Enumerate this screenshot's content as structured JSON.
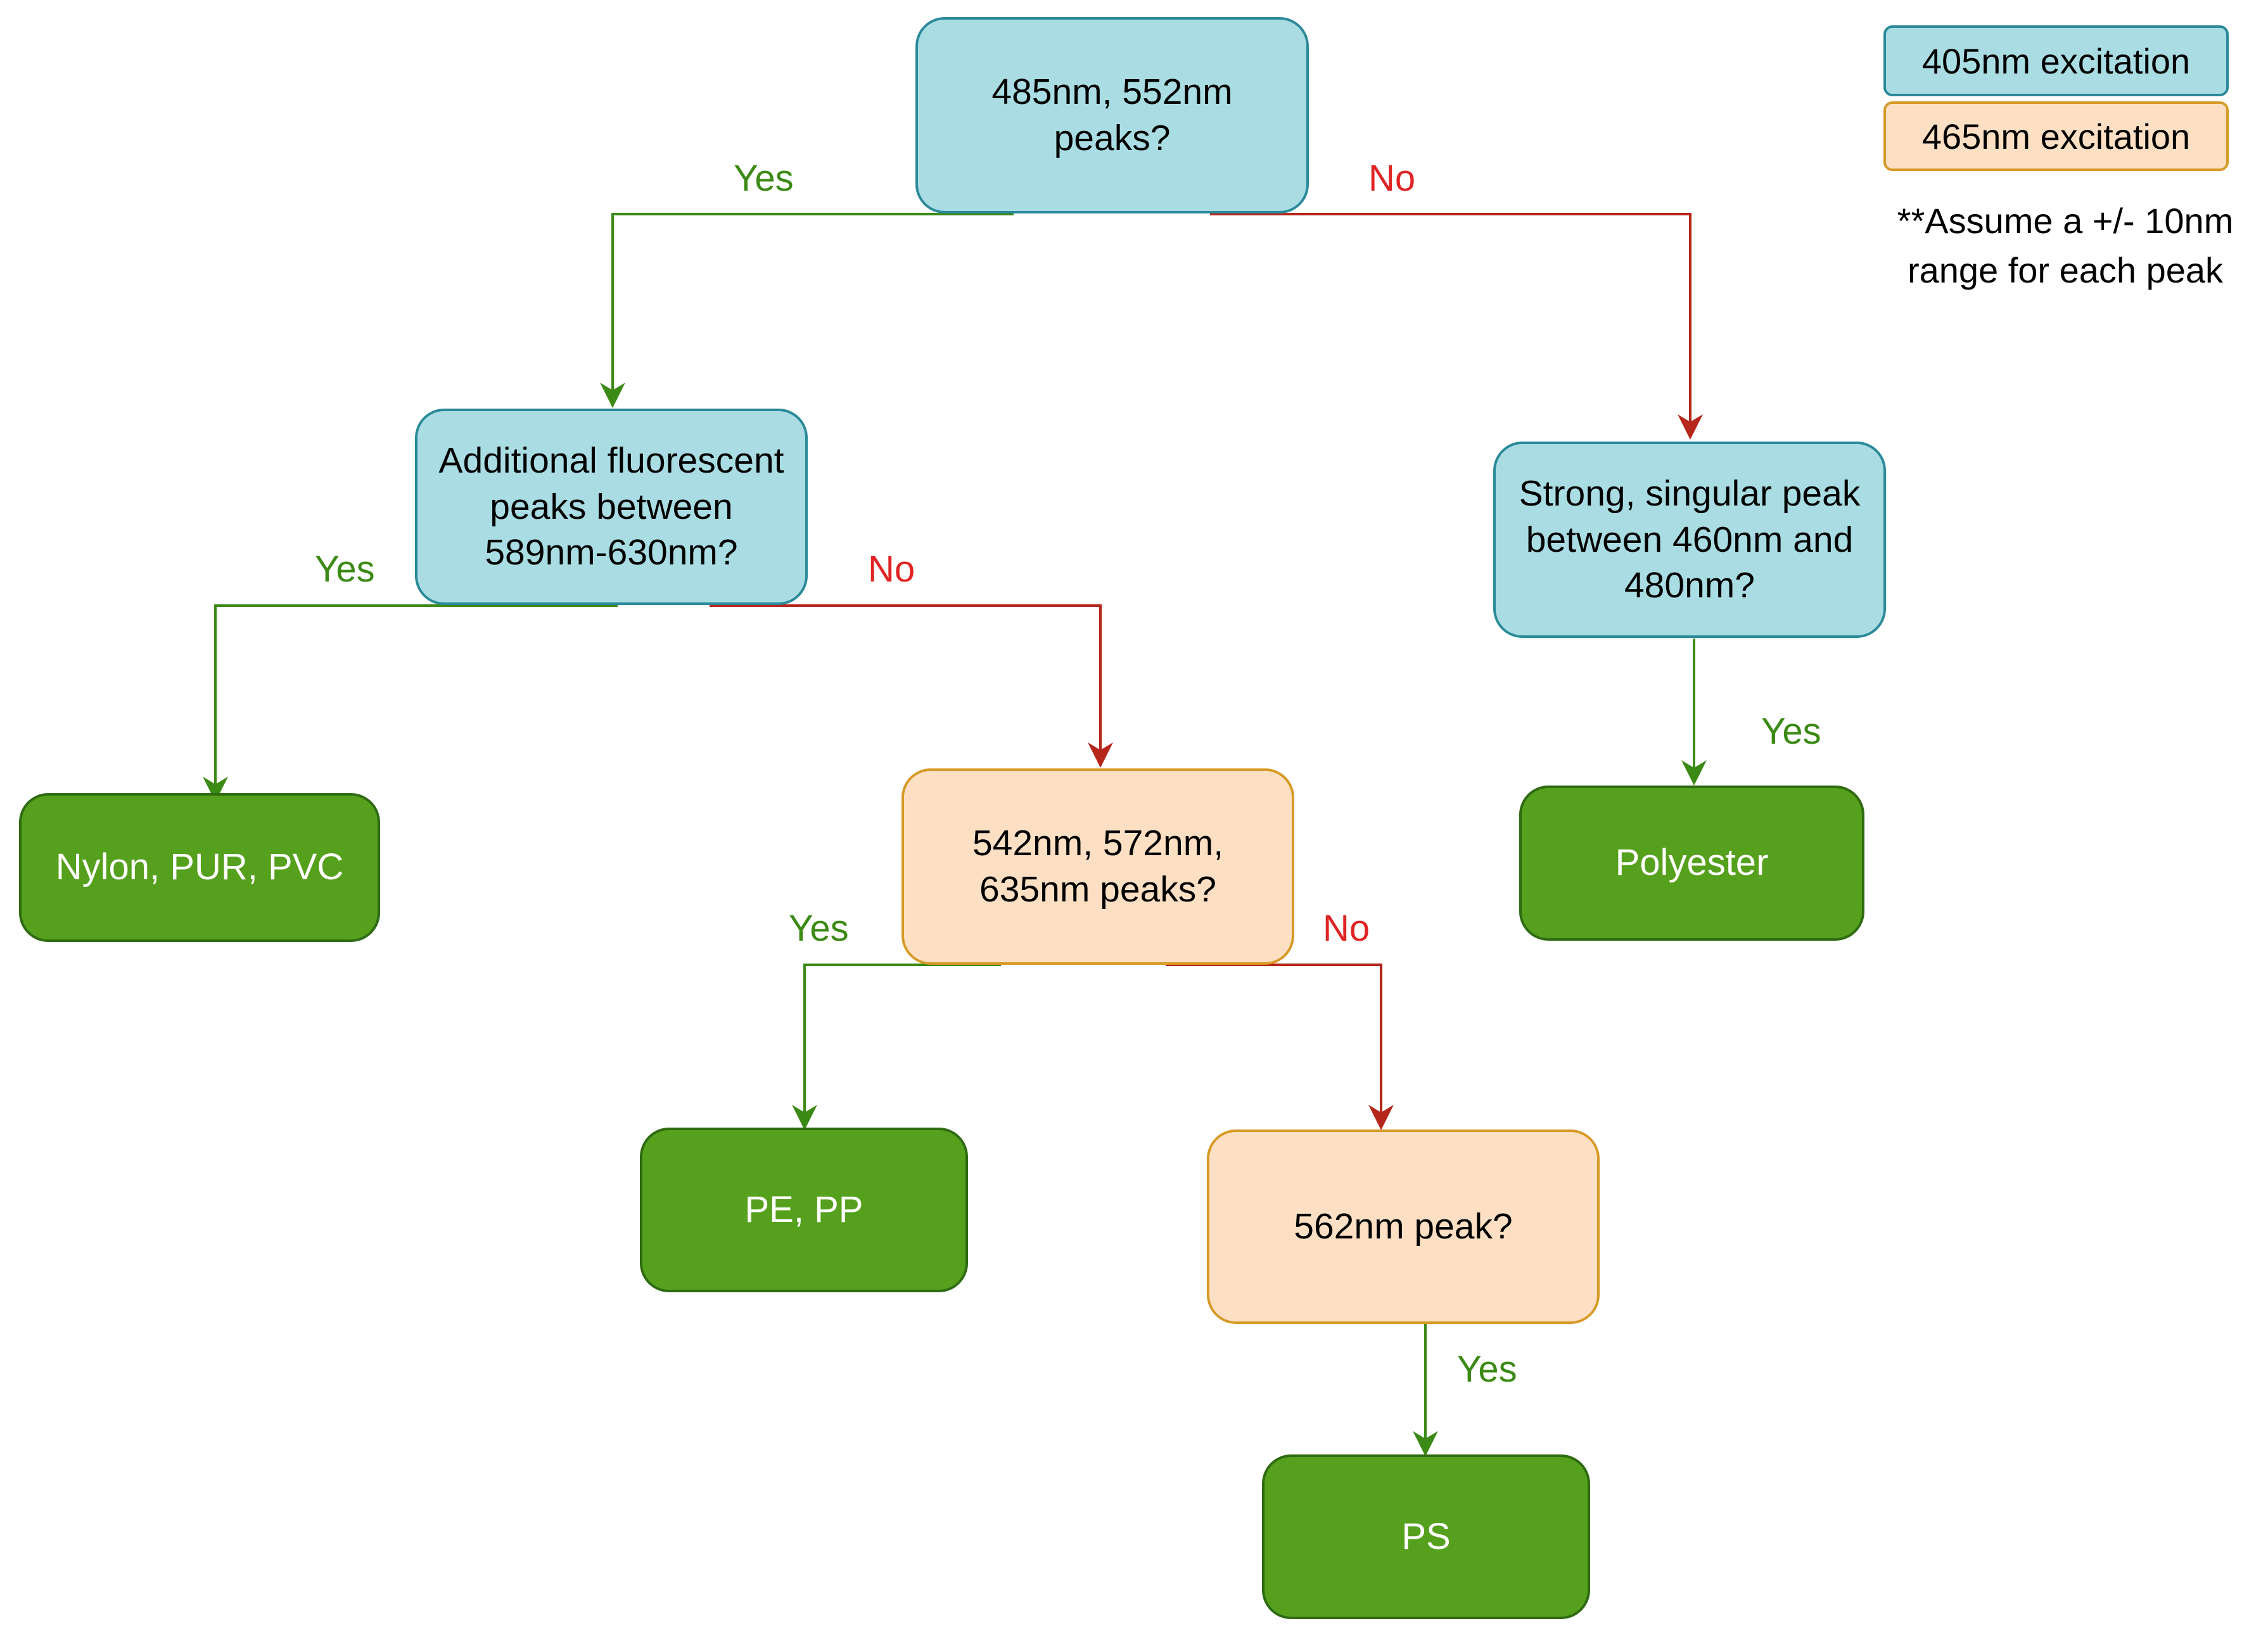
{
  "colors": {
    "excitation_405_fill": "#a9dde3",
    "excitation_405_border": "#2b8a99",
    "excitation_465_fill": "#fde0c4",
    "excitation_465_border": "#d79a26",
    "result_fill": "#55a01c",
    "result_border": "#2f6b12",
    "yes_line": "#3c8a16",
    "no_line": "#b5261b",
    "yes_text": "#3c8a16",
    "no_text": "#e02424"
  },
  "legend": {
    "item_405": "405nm excitation",
    "item_465": "465nm excitation",
    "note": "**Assume a +/- 10nm\nrange for each peak"
  },
  "nodes": {
    "q1": "485nm, 552nm\npeaks?",
    "q2": "Additional fluorescent\npeaks between\n589nm-630nm?",
    "q3": "Strong, singular peak\nbetween 460nm and\n480nm?",
    "q4": "542nm, 572nm,\n635nm peaks?",
    "q5": "562nm peak?",
    "r_nylon": "Nylon, PUR, PVC",
    "r_pe": "PE, PP",
    "r_polyester": "Polyester",
    "r_ps": "PS"
  },
  "edges": {
    "q1_yes": "Yes",
    "q1_no": "No",
    "q2_yes": "Yes",
    "q2_no": "No",
    "q3_yes": "Yes",
    "q4_yes": "Yes",
    "q4_no": "No",
    "q5_yes": "Yes"
  }
}
